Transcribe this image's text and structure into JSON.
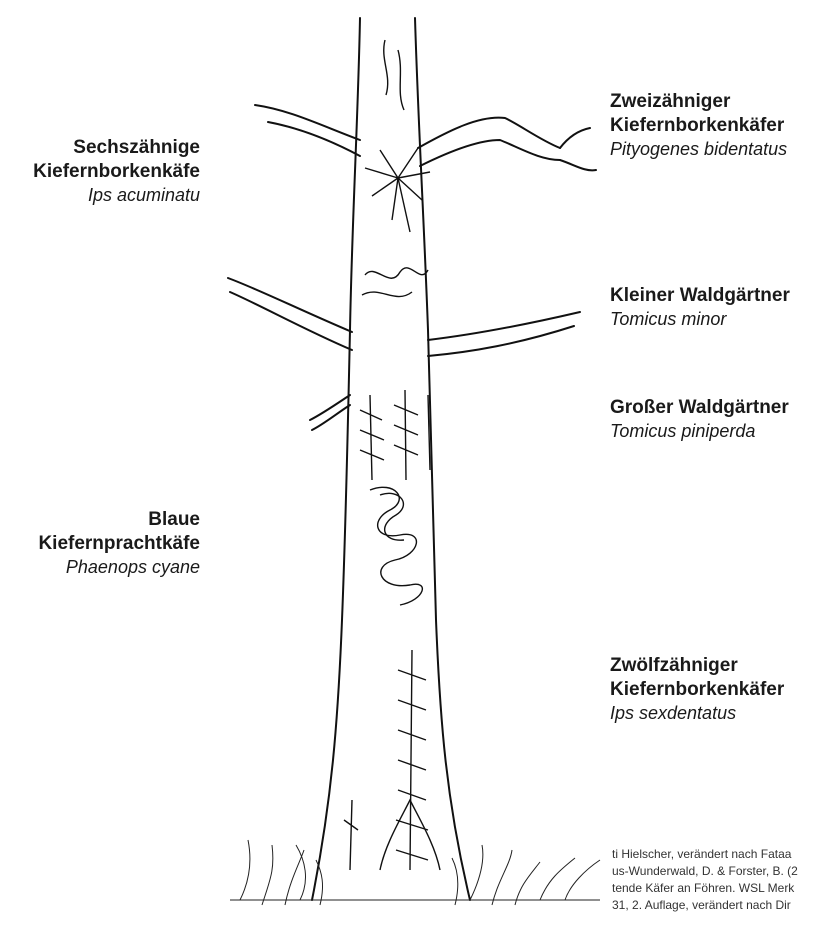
{
  "labels_left": [
    {
      "name_lines": [
        "Sechszähnige",
        "Kiefernborkenkäfe"
      ],
      "sci": "Ips acuminatu"
    },
    {
      "name_lines": [
        "Blaue",
        "Kiefernprachtkäfe"
      ],
      "sci": "Phaenops cyane"
    }
  ],
  "labels_right": [
    {
      "name_lines": [
        "Zweizähniger",
        "Kiefernborkenkäfer"
      ],
      "sci": "Pityogenes bidentatus"
    },
    {
      "name_lines": [
        "Kleiner Waldgärtner"
      ],
      "sci": "Tomicus minor"
    },
    {
      "name_lines": [
        "Großer Waldgärtner"
      ],
      "sci": "Tomicus piniperda"
    },
    {
      "name_lines": [
        "Zwölfzähniger",
        "Kiefernborkenkäfer"
      ],
      "sci": "Ips sexdentatus"
    }
  ],
  "credit_lines": [
    "ti Hielscher, verändert nach Fataa",
    "us-Wunderwald, D. & Forster, B. (2",
    "tende Käfer an Föhren. WSL Merk",
    "31, 2. Auflage, verändert nach Dir"
  ]
}
